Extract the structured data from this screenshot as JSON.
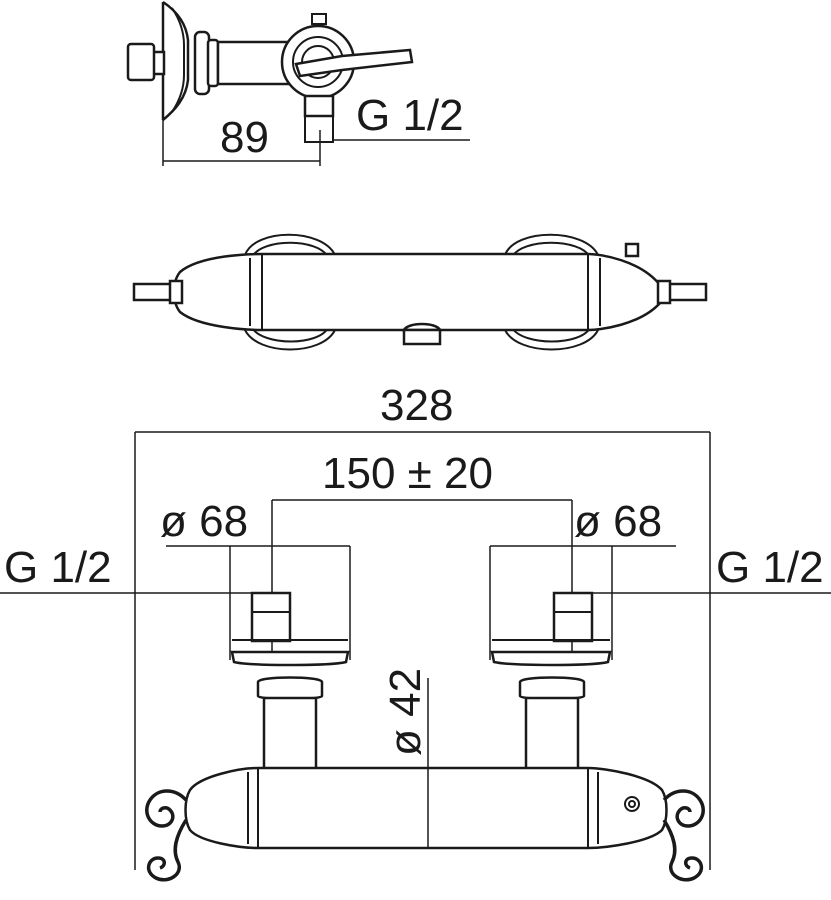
{
  "dimensions": {
    "side_depth": "89",
    "side_thread": "G 1/2",
    "overall_width": "328",
    "center_distance": "150 ± 20",
    "left_flange_dia": "ø 68",
    "right_flange_dia": "ø 68",
    "left_thread": "G 1/2",
    "right_thread": "G 1/2",
    "body_dia": "ø 42"
  }
}
